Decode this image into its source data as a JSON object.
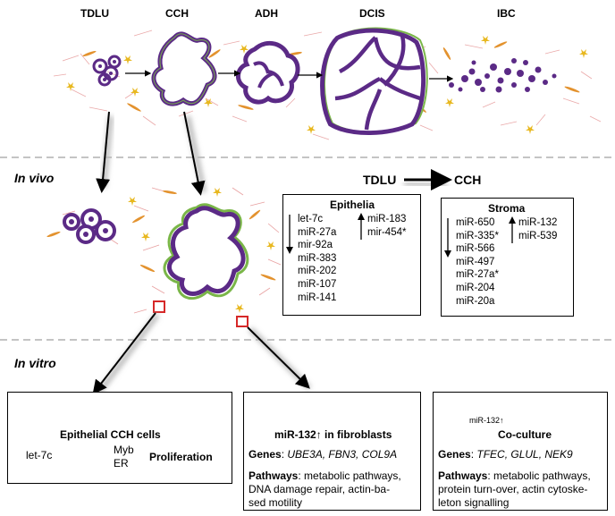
{
  "stages": [
    "TDLU",
    "CCH",
    "ADH",
    "DCIS",
    "IBC"
  ],
  "sections": {
    "in_vivo": "In vivo",
    "in_vitro": "In vitro"
  },
  "transition": {
    "from": "TDLU",
    "to": "CCH"
  },
  "epithelia": {
    "title": "Epithelia",
    "down": [
      "let-7c",
      "miR-27a",
      "mir-92a",
      "miR-383",
      "miR-202",
      "miR-107",
      "miR-141"
    ],
    "up": [
      "miR-183",
      "mir-454*"
    ]
  },
  "stroma": {
    "title": "Stroma",
    "down": [
      "miR-650",
      "miR-335*",
      "miR-566",
      "miR-497",
      "miR-27a*",
      "miR-204",
      "miR-20a"
    ],
    "up": [
      "miR-132",
      "miR-539"
    ]
  },
  "panel_epithelial": {
    "title": "Epithelial CCH cells",
    "let7c": "let-7c",
    "myb": "Myb",
    "er": "ER",
    "proliferation": "Proliferation"
  },
  "panel_fibroblasts": {
    "title_pre": "miR-132",
    "title_arrow": "↑",
    "title_post": "in fibroblasts",
    "genes_label": "Genes",
    "genes": "UBE3A, FBN3, COL9A",
    "pathways_label": "Pathways",
    "pathways_line1": ": metabolic pathways,",
    "pathways_line2": "DNA damage repair, actin-ba-",
    "pathways_line3": "sed motility"
  },
  "panel_coculture": {
    "mini_label": "miR-132↑",
    "title": "Co-culture",
    "genes_label": "Genes",
    "genes": "TFEC, GLUL, NEK9",
    "pathways_label": "Pathways",
    "pathways_line1": ": metabolic pathways,",
    "pathways_line2": "protein turn-over, actin cytoske-",
    "pathways_line3": "leton signalling"
  },
  "colors": {
    "cell_purple": "#5b2a86",
    "cell_light": "#8e5cc2",
    "stroma_green": "#7ab648",
    "fibro_orange": "#e3922e",
    "stroma_pink": "#e8a0a0",
    "highlight_red": "#d62828",
    "coculture_green": "#33dd33"
  }
}
